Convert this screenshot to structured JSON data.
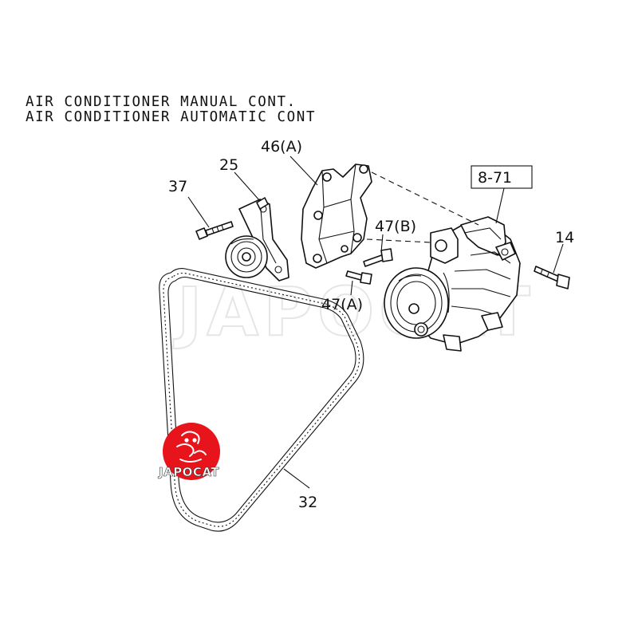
{
  "header": {
    "line1": "AIR CONDITIONER MANUAL CONT.",
    "line2": "AIR CONDITIONER AUTOMATIC CONT"
  },
  "callouts": {
    "part_37": "37",
    "part_25": "25",
    "part_46a": "46(A)",
    "part_8_71": "8-71",
    "part_47b": "47(B)",
    "part_47a": "47(A)",
    "part_14": "14",
    "part_32": "32"
  },
  "watermark": {
    "text": "JAPOCAT"
  },
  "logo": {
    "text": "JAPOCAT",
    "color": "#e8141b"
  }
}
